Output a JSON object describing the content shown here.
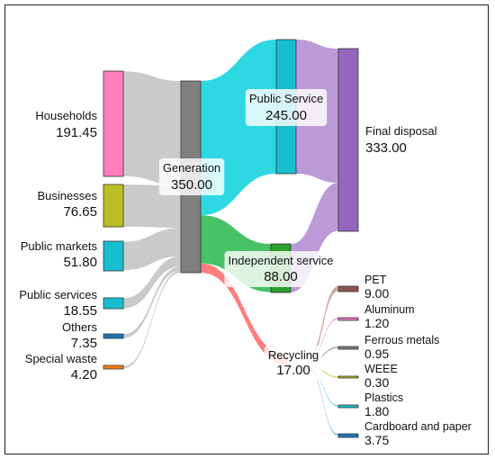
{
  "chart_data": {
    "type": "sankey",
    "units": "",
    "nodes": [
      {
        "id": "households",
        "name": "Households",
        "value": "191.45",
        "color": "#ff7ec0"
      },
      {
        "id": "businesses",
        "name": "Businesses",
        "value": "76.65",
        "color": "#bcbd22"
      },
      {
        "id": "public_markets",
        "name": "Public markets",
        "value": "51.80",
        "color": "#17becf"
      },
      {
        "id": "public_services",
        "name": "Public services",
        "value": "18.55",
        "color": "#17becf"
      },
      {
        "id": "others",
        "name": "Others",
        "value": "7.35",
        "color": "#1f77b4"
      },
      {
        "id": "special_waste",
        "name": "Special waste",
        "value": "4.20",
        "color": "#ff7f0e"
      },
      {
        "id": "generation",
        "name": "Generation",
        "value": "350.00",
        "color": "#7f7f7f"
      },
      {
        "id": "public_service",
        "name": "Public Service",
        "value": "245.00",
        "color": "#17becf"
      },
      {
        "id": "independent_service",
        "name": "Independent service",
        "value": "88.00",
        "color": "#2ca02c"
      },
      {
        "id": "recycling",
        "name": "Recycling",
        "value": "17.00",
        "color": "#ff9896"
      },
      {
        "id": "final_disposal",
        "name": "Final disposal",
        "value": "333.00",
        "color": "#9467bd"
      },
      {
        "id": "pet",
        "name": "PET",
        "value": "9.00",
        "color": "#8c564b"
      },
      {
        "id": "aluminum",
        "name": "Aluminum",
        "value": "1.20",
        "color": "#e377c2"
      },
      {
        "id": "ferrous_metals",
        "name": "Ferrous metals",
        "value": "0.95",
        "color": "#7f7f7f"
      },
      {
        "id": "weee",
        "name": "WEEE",
        "value": "0.30",
        "color": "#bcbd22"
      },
      {
        "id": "plastics",
        "name": "Plastics",
        "value": "1.80",
        "color": "#17becf"
      },
      {
        "id": "cardboard",
        "name": "Cardboard and paper",
        "value": "3.75",
        "color": "#1f77b4"
      }
    ],
    "links": [
      {
        "source": "households",
        "target": "generation",
        "value": 191.45,
        "color": "#c4c4c4"
      },
      {
        "source": "businesses",
        "target": "generation",
        "value": 76.65,
        "color": "#c4c4c4"
      },
      {
        "source": "public_markets",
        "target": "generation",
        "value": 51.8,
        "color": "#c4c4c4"
      },
      {
        "source": "public_services",
        "target": "generation",
        "value": 18.55,
        "color": "#c4c4c4"
      },
      {
        "source": "others",
        "target": "generation",
        "value": 7.35,
        "color": "#c4c4c4"
      },
      {
        "source": "special_waste",
        "target": "generation",
        "value": 4.2,
        "color": "#c4c4c4"
      },
      {
        "source": "generation",
        "target": "public_service",
        "value": 245,
        "color": "#17d4e0"
      },
      {
        "source": "generation",
        "target": "independent_service",
        "value": 88,
        "color": "#33bb55"
      },
      {
        "source": "generation",
        "target": "recycling",
        "value": 17,
        "color": "#ff6f6f"
      },
      {
        "source": "public_service",
        "target": "final_disposal",
        "value": 245,
        "color": "#b58fd4"
      },
      {
        "source": "independent_service",
        "target": "final_disposal",
        "value": 88,
        "color": "#b58fd4"
      },
      {
        "source": "recycling",
        "target": "pet",
        "value": 9,
        "color": "#c4a098"
      },
      {
        "source": "recycling",
        "target": "aluminum",
        "value": 1.2,
        "color": "#f0a8d8"
      },
      {
        "source": "recycling",
        "target": "ferrous_metals",
        "value": 0.95,
        "color": "#b0b0b0"
      },
      {
        "source": "recycling",
        "target": "weee",
        "value": 0.3,
        "color": "#dcdc88"
      },
      {
        "source": "recycling",
        "target": "plastics",
        "value": 1.8,
        "color": "#88dde6"
      },
      {
        "source": "recycling",
        "target": "cardboard",
        "value": 3.75,
        "color": "#88c0e6"
      }
    ]
  }
}
